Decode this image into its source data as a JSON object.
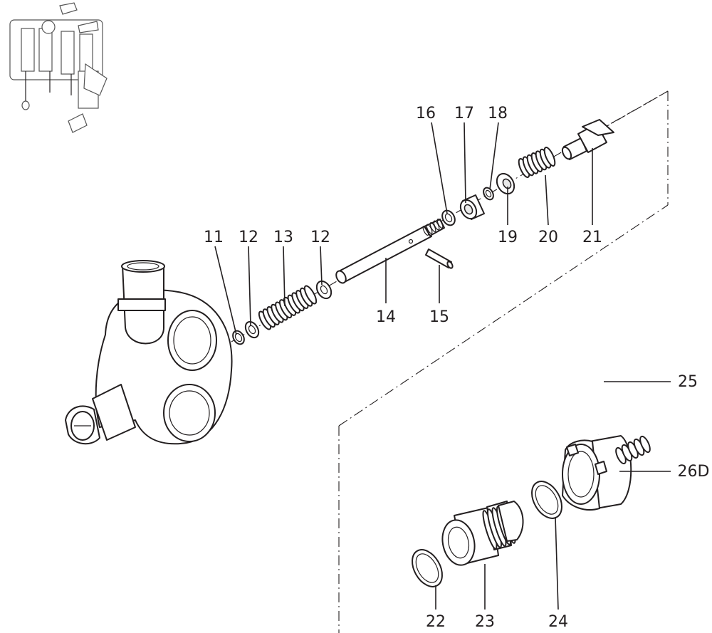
{
  "diagram": {
    "labels": [
      "11",
      "12",
      "13",
      "12",
      "14",
      "15",
      "16",
      "17",
      "18",
      "19",
      "20",
      "21",
      "25",
      "26D",
      "22",
      "23",
      "24"
    ]
  }
}
